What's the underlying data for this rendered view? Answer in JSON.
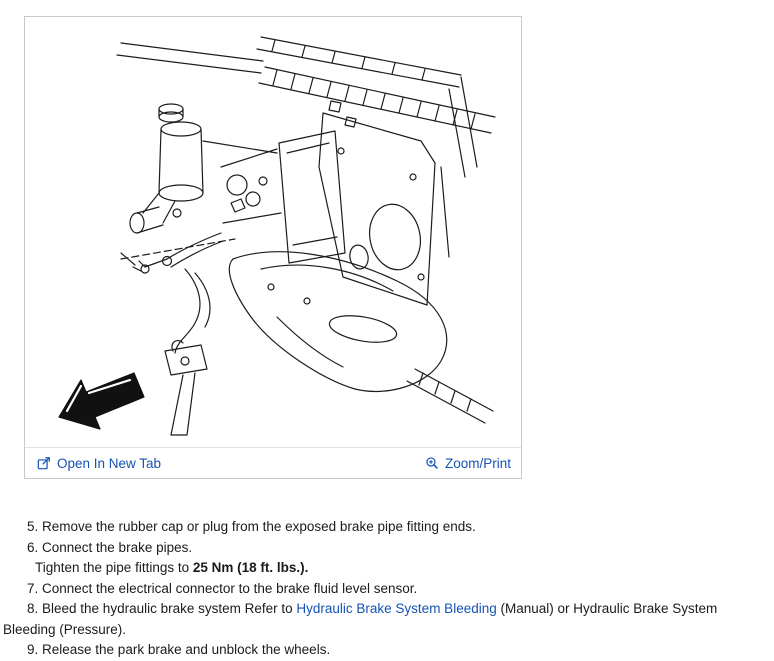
{
  "viewer": {
    "open_in_new_tab": "Open In New Tab",
    "zoom_print": "Zoom/Print"
  },
  "steps": {
    "s5": "5. Remove the rubber cap or plug from the exposed brake pipe fitting ends.",
    "s6": "6. Connect the brake pipes.",
    "s6_sub_text": "Tighten the pipe fittings to ",
    "s6_sub_bold": "25 Nm (18 ft. lbs.).",
    "s7": "7. Connect the electrical connector to the brake fluid level sensor.",
    "s8_pre": "8. Bleed the hydraulic brake system Refer to ",
    "s8_link": "Hydraulic Brake System Bleeding",
    "s8_post_line1": " (Manual) or Hydraulic Brake System",
    "s8_post_line2": "Bleeding (Pressure).",
    "s9": "9. Release the park brake and unblock the wheels."
  },
  "icons": {
    "open_in_new_tab": "external-link-icon",
    "zoom_print": "zoom-in-icon"
  },
  "colors": {
    "link_blue": "#1553b5",
    "panel_border": "#c9c9c9",
    "text": "#1b1b1b",
    "line_art": "#1c1c1c"
  }
}
